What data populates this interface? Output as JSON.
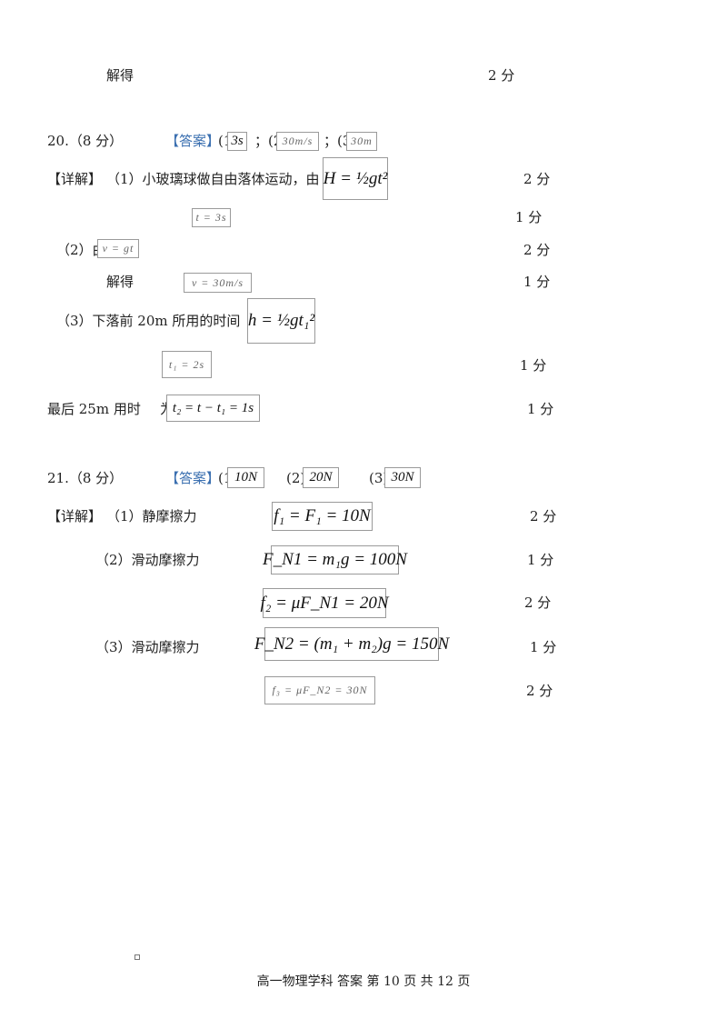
{
  "top": {
    "solved": "解得",
    "score": "2 分"
  },
  "q20": {
    "header": "20.（8 分）",
    "answer_label": "【答案】",
    "answer_parts": [
      "(1)",
      "3s",
      "；(2)",
      "30m/s",
      "；(3)",
      "30m"
    ],
    "detail_label": "【详解】",
    "s1_text": "（1）小玻璃球做自由落体运动，由",
    "s1_formula": "H = ½gt²",
    "s1_score": "2 分",
    "s1b_formula": "t = 3s",
    "s1b_score": "1 分",
    "s2_text": "（2）由",
    "s2_formula": "v = gt",
    "s2_score": "2 分",
    "s2b_text": "解得",
    "s2b_formula": "v = 30m/s",
    "s2b_score": "1 分",
    "s3_text": "（3）下落前 20m 所用的时间",
    "s3_formula": "h = ½gt₁²",
    "s3b_formula": "t₁ = 2s",
    "s3b_score": "1 分",
    "s4_text": "最后 25m 用时",
    "s4_mid": "为",
    "s4_formula": "t₂ = t − t₁ = 1s",
    "s4_score": "1 分"
  },
  "q21": {
    "header": "21.（8 分）",
    "answer_label": "【答案】",
    "answer_parts": [
      "(1)",
      "10N",
      "(2)",
      "20N",
      "(3)",
      "30N"
    ],
    "detail_label": "【详解】",
    "s1_text": "（1）静摩擦力",
    "s1_formula": "f₁ = F₁ = 10N",
    "s1_score": "2 分",
    "s2_text": "（2）滑动摩擦力",
    "s2_formula": "F_N1 = m₁g = 100N",
    "s2_score": "1 分",
    "s2b_formula": "f₂ = μF_N1 = 20N",
    "s2b_score": "2 分",
    "s3_text": "（3）滑动摩擦力",
    "s3_formula": "F_N2 = (m₁ + m₂)g = 150N",
    "s3_score": "1 分",
    "s3b_formula": "f₃ = μF_N2 = 30N",
    "s3b_score": "2 分"
  },
  "footer": {
    "text": "高一物理学科  答案  第  10 页  共  12 页"
  }
}
